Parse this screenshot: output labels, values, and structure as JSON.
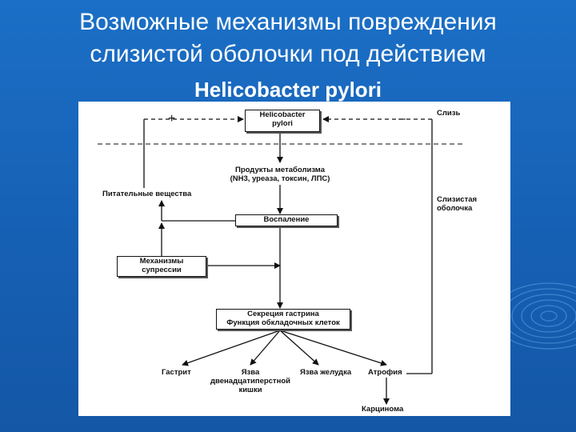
{
  "title": {
    "line1": "Возможные механизмы повреждения",
    "line2": "слизистой оболочки под действием",
    "line3": "Helicobacter pylori"
  },
  "diagram": {
    "hp_box": {
      "line1": "Helicobacter",
      "line2": "pylori"
    },
    "plus_sign": "+",
    "minus_sign": "–",
    "mucus_label": "Слизь",
    "mucosa_label": {
      "line1": "Слизистая",
      "line2": "оболочка"
    },
    "metabolism_products": {
      "line1": "Продукты метаболизма",
      "line2": "(NH3, уреаза, токсин, ЛПС)"
    },
    "nutrients_label": "Питательные вещества",
    "inflammation_box": "Воспаление",
    "suppression_box": {
      "line1": "Механизмы",
      "line2": "супрессии"
    },
    "secretion_box": {
      "line1": "Секреция гастрина",
      "line2": "Функция обкладочных клеток"
    },
    "outcomes": {
      "gastritis": "Гастрит",
      "duodenal_ulcer": {
        "line1": "Язва",
        "line2": "двенадцатиперстной",
        "line3": "кишки"
      },
      "gastric_ulcer": "Язва желудка",
      "atrophy": "Атрофия",
      "carcinoma": "Карцинома"
    }
  }
}
